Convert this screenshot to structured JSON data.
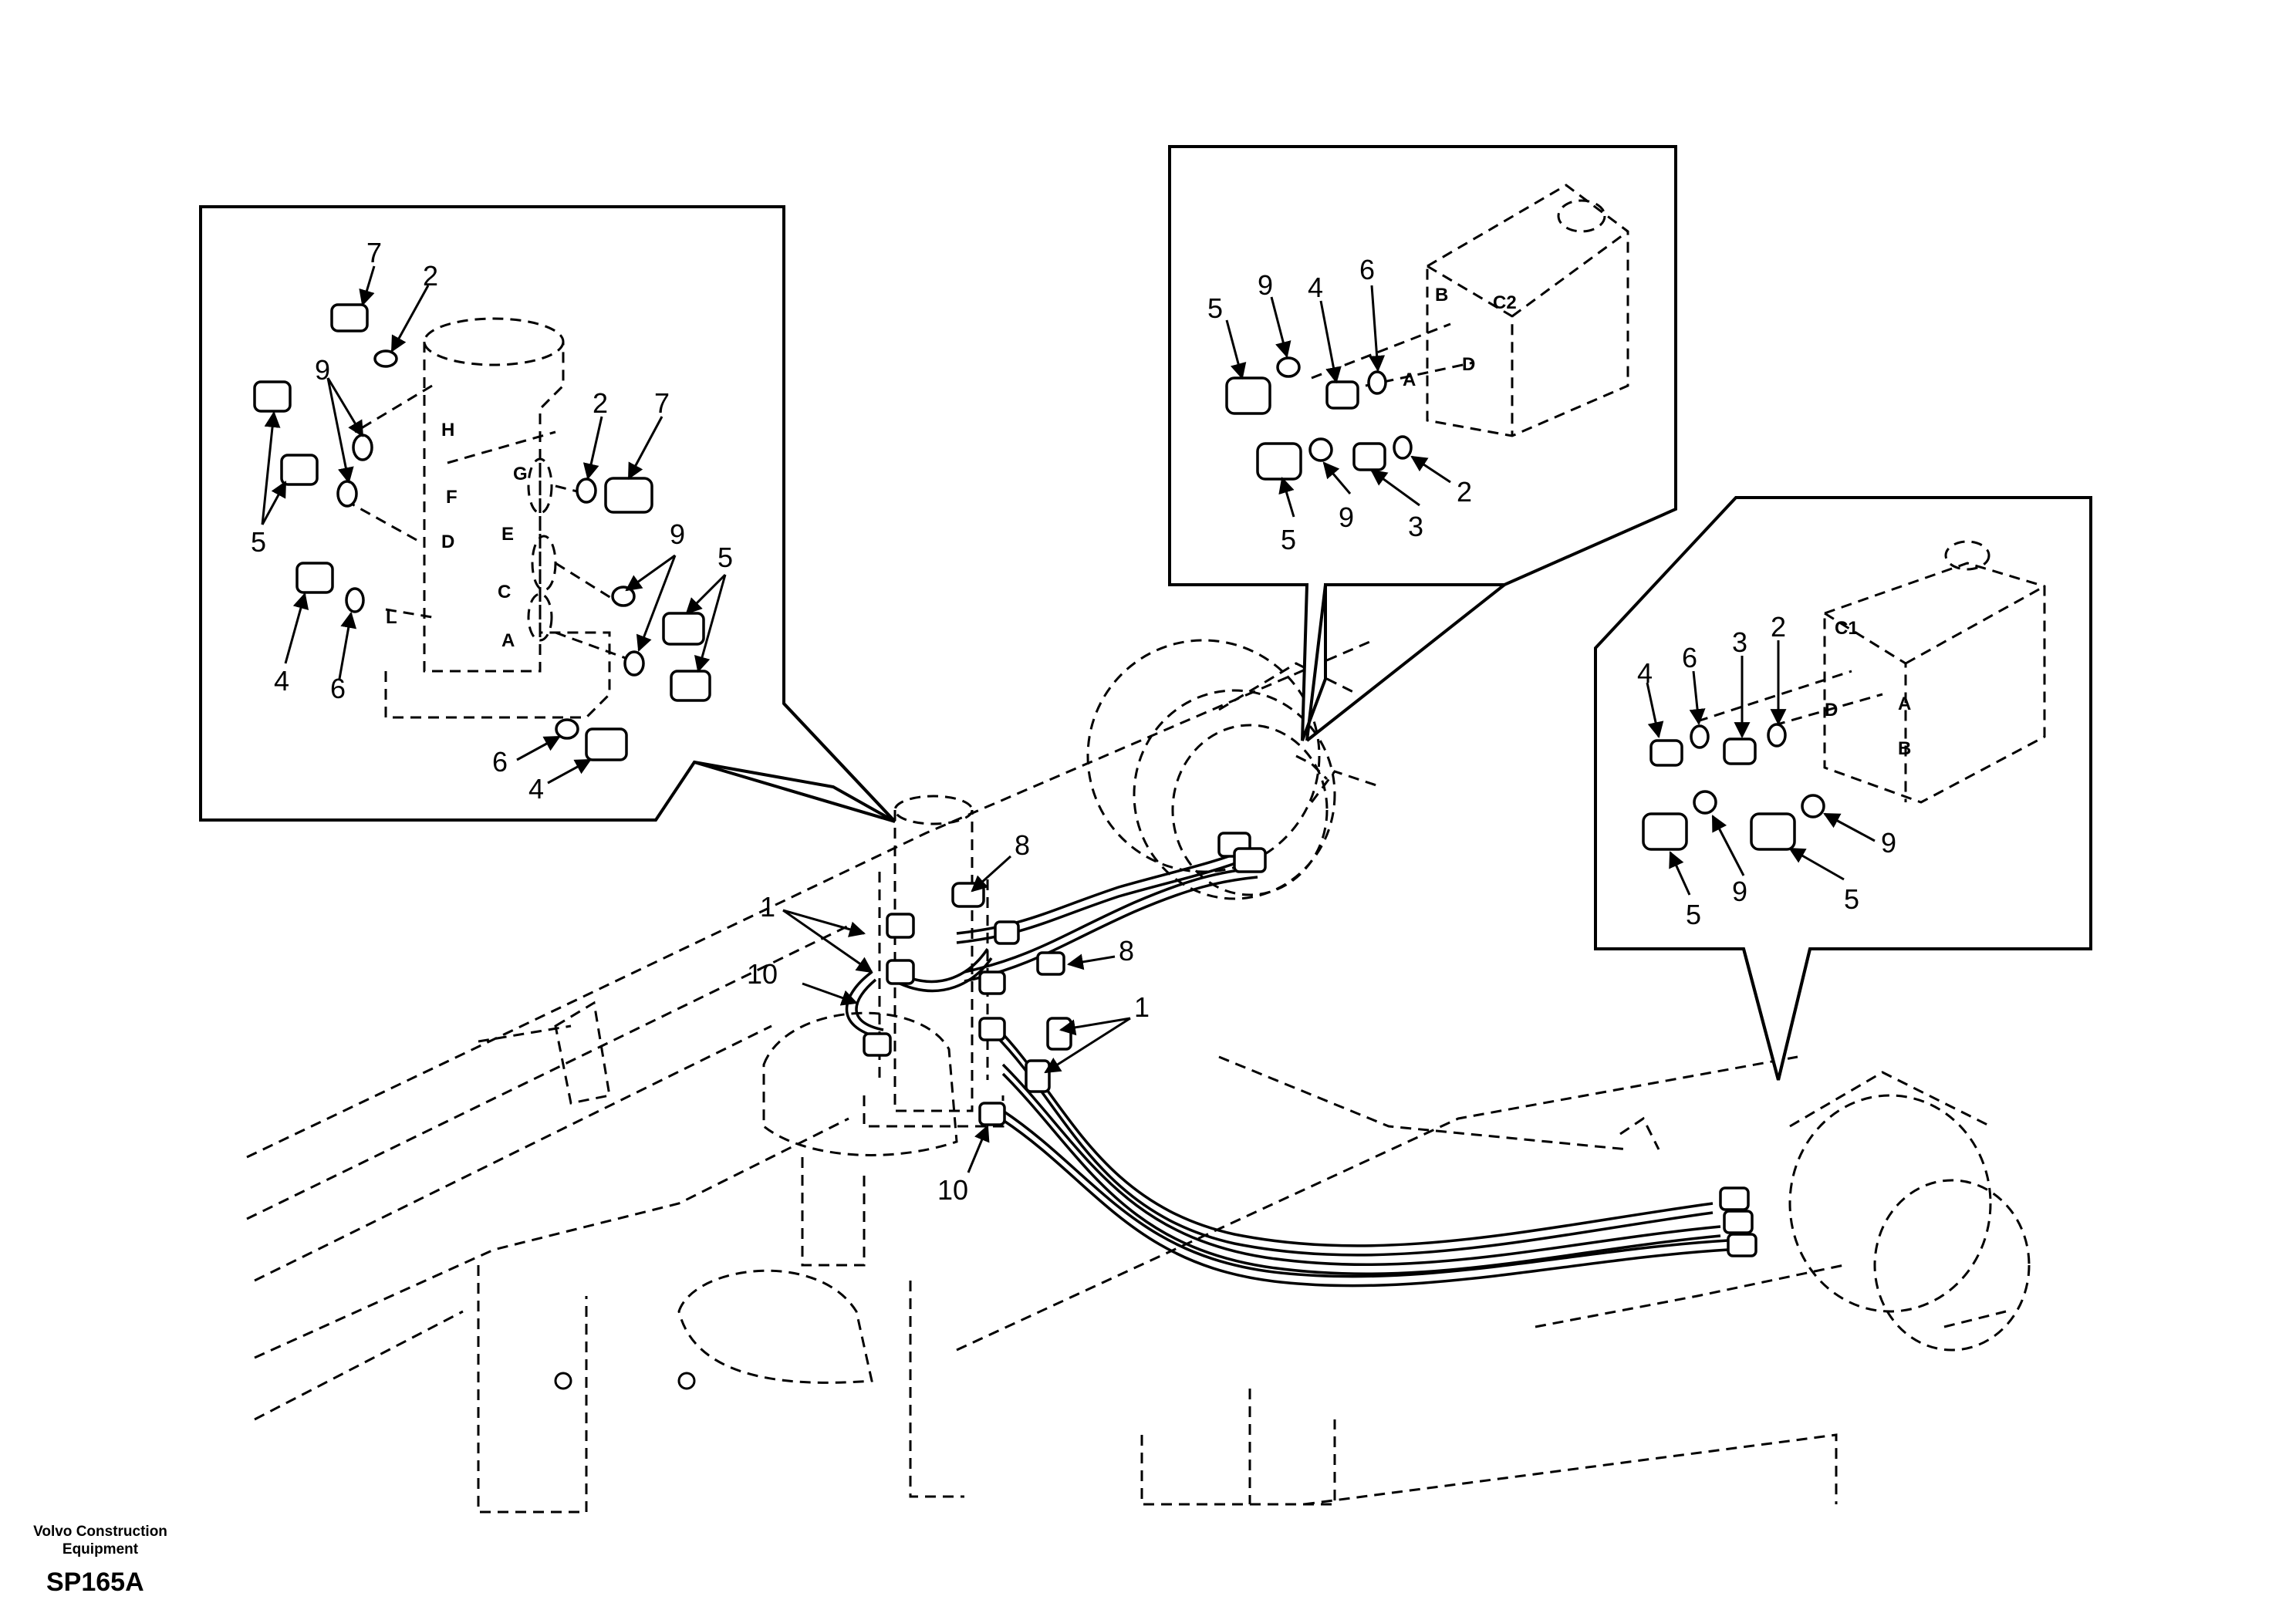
{
  "footer": {
    "brand_line1": "Volvo Construction",
    "brand_line2": "Equipment",
    "drawing_code": "SP165A"
  },
  "callouts": {
    "main": {
      "n1_top": "1",
      "n1_right": "1",
      "n8_top": "8",
      "n8_right": "8",
      "n10_left": "10",
      "n10_bottom": "10"
    },
    "left_inset": {
      "n7_top": "7",
      "n2_top": "2",
      "n9_left": "9",
      "n5_left": "5",
      "n2_mid": "2",
      "n7_mid": "7",
      "n9_right": "9",
      "n5_right": "5",
      "n4_left": "4",
      "n6_left": "6",
      "n6_bottom": "6",
      "n4_bottom": "4",
      "port_H": "H",
      "port_F": "F",
      "port_D": "D",
      "port_G": "G",
      "port_E": "E",
      "port_C": "C",
      "port_A": "A",
      "port_L": "L"
    },
    "top_inset": {
      "n5_top": "5",
      "n9_top": "9",
      "n4_top": "4",
      "n6_top": "6",
      "n5_bottom": "5",
      "n9_bottom": "9",
      "n3_bottom": "3",
      "n2_right": "2",
      "port_B": "B",
      "port_C2": "C2",
      "port_A": "A",
      "port_D": "D"
    },
    "right_inset": {
      "n4_top": "4",
      "n6_top": "6",
      "n3_top": "3",
      "n2_top": "2",
      "n5_left": "5",
      "n9_mid": "9",
      "n5_right": "5",
      "n9_right": "9",
      "port_C1": "C1",
      "port_D": "D",
      "port_A": "A",
      "port_B": "B"
    }
  }
}
